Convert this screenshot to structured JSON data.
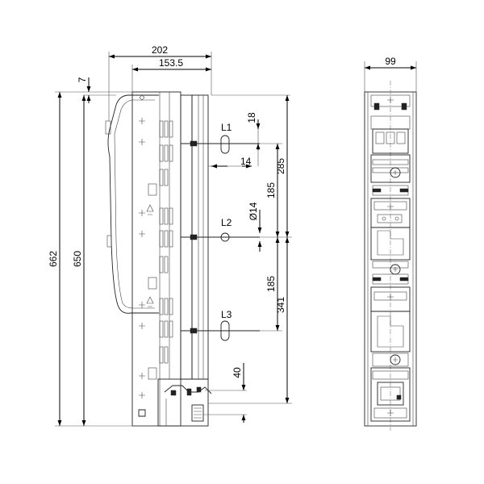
{
  "dimensions": {
    "overall_width": "202",
    "inner_width": "153.5",
    "top_offset": "7",
    "overall_height": "662",
    "body_height": "650",
    "terminal_offset": "18",
    "terminal_gap": "14",
    "pitch_upper": "185",
    "pitch_lower": "185",
    "upper_span": "285",
    "lower_span": "341",
    "hole_diameter": "Ø14",
    "bottom_offset": "40",
    "side_width": "99"
  },
  "phases": {
    "l1": "L1",
    "l2": "L2",
    "l3": "L3"
  }
}
